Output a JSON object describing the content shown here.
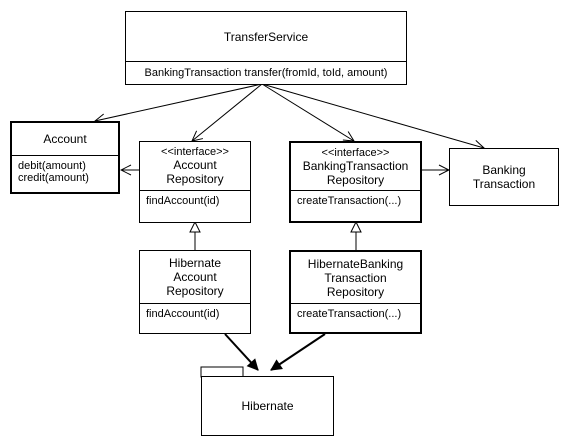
{
  "diagram": {
    "transfer_service": {
      "name": "TransferService",
      "method": "BankingTransaction transfer(fromId, toId, amount)"
    },
    "account": {
      "name": "Account",
      "methods": [
        "debit(amount)",
        "credit(amount)"
      ]
    },
    "account_repository": {
      "stereotype": "<<interface>>",
      "name_line1": "Account",
      "name_line2": "Repository",
      "method": "findAccount(id)"
    },
    "banking_transaction_repository": {
      "stereotype": "<<interface>>",
      "name_line1": "BankingTransaction",
      "name_line2": "Repository",
      "method": "createTransaction(...)"
    },
    "banking_transaction": {
      "name_line1": "Banking",
      "name_line2": "Transaction"
    },
    "hibernate_account_repository": {
      "name_line1": "Hibernate",
      "name_line2": "Account",
      "name_line3": "Repository",
      "method": "findAccount(id)"
    },
    "hibernate_banking_transaction_repository": {
      "name_line1": "HibernateBanking",
      "name_line2": "Transaction",
      "name_line3": "Repository",
      "method": "createTransaction(...)"
    },
    "hibernate_package": {
      "name": "Hibernate"
    },
    "colors": {
      "line": "#000000",
      "background": "#ffffff"
    }
  }
}
